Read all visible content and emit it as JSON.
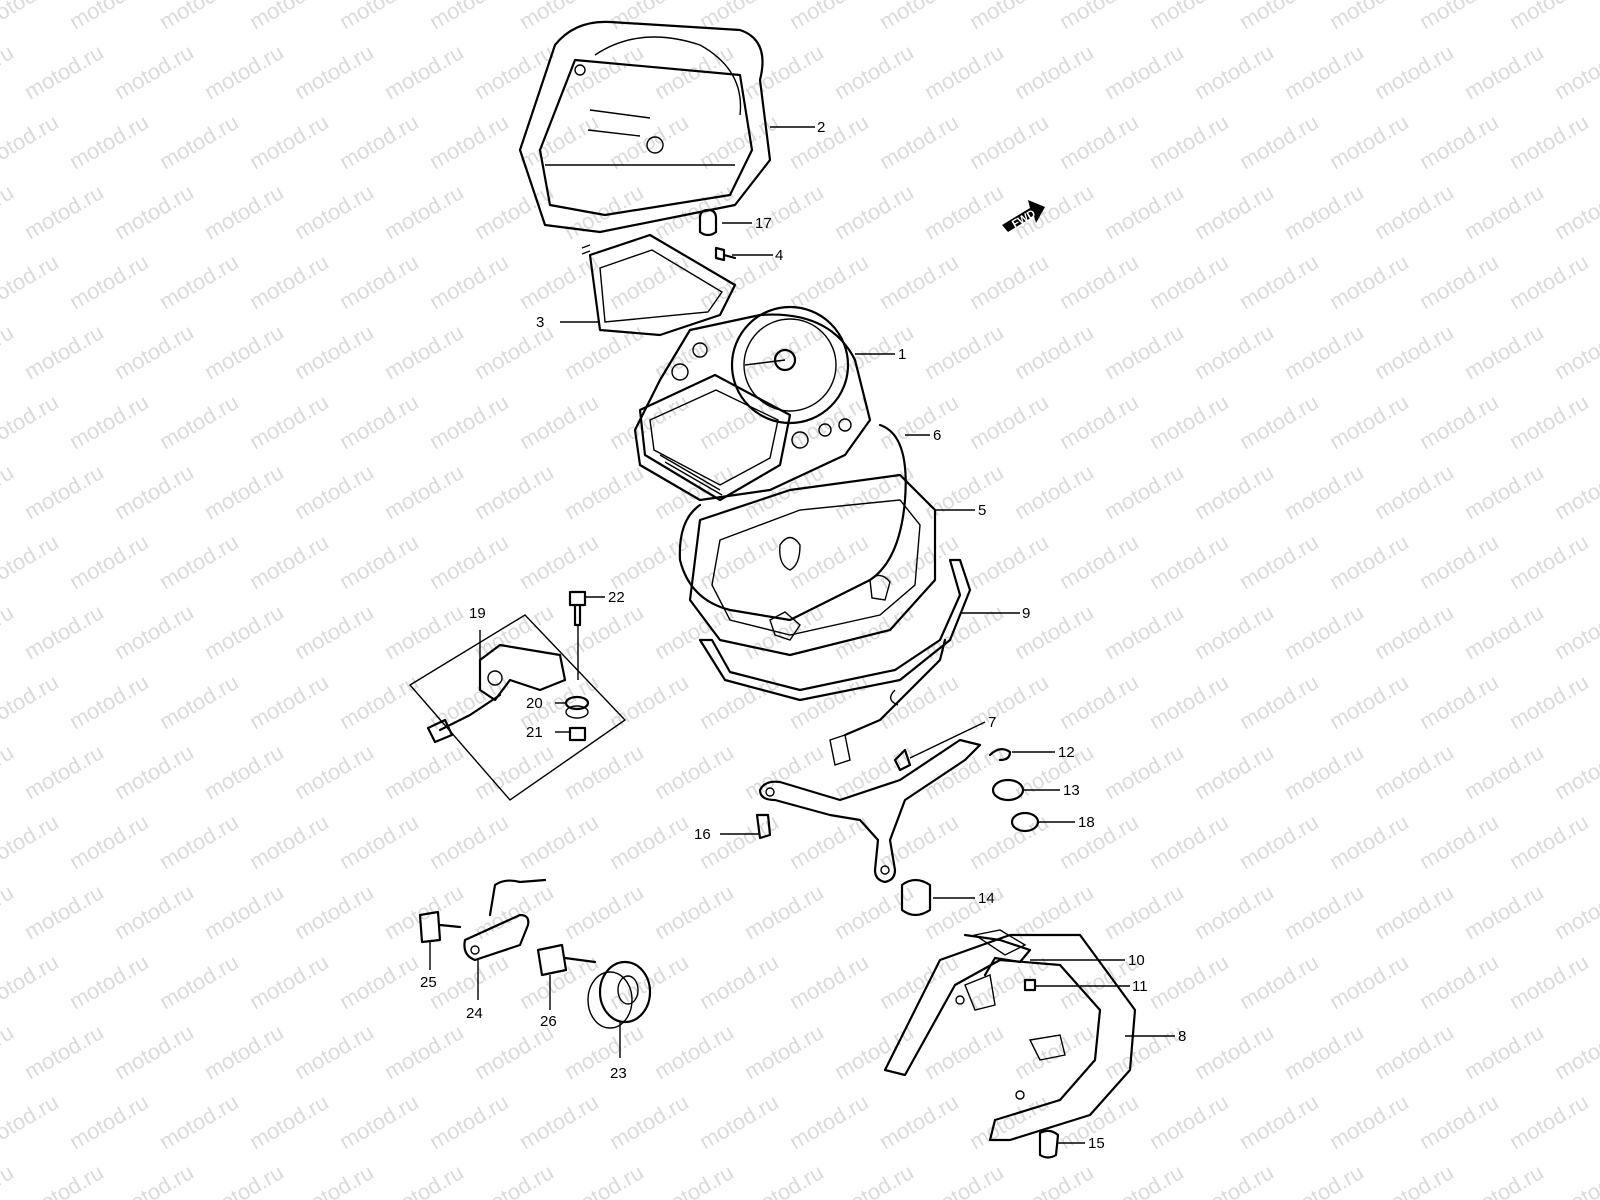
{
  "watermark": "motod.ru",
  "direction_badge": "FWD",
  "callouts": [
    "1",
    "2",
    "3",
    "4",
    "5",
    "6",
    "7",
    "8",
    "9",
    "10",
    "11",
    "12",
    "13",
    "14",
    "15",
    "16",
    "17",
    "18",
    "19",
    "20",
    "21",
    "22",
    "23",
    "24",
    "25",
    "26"
  ]
}
